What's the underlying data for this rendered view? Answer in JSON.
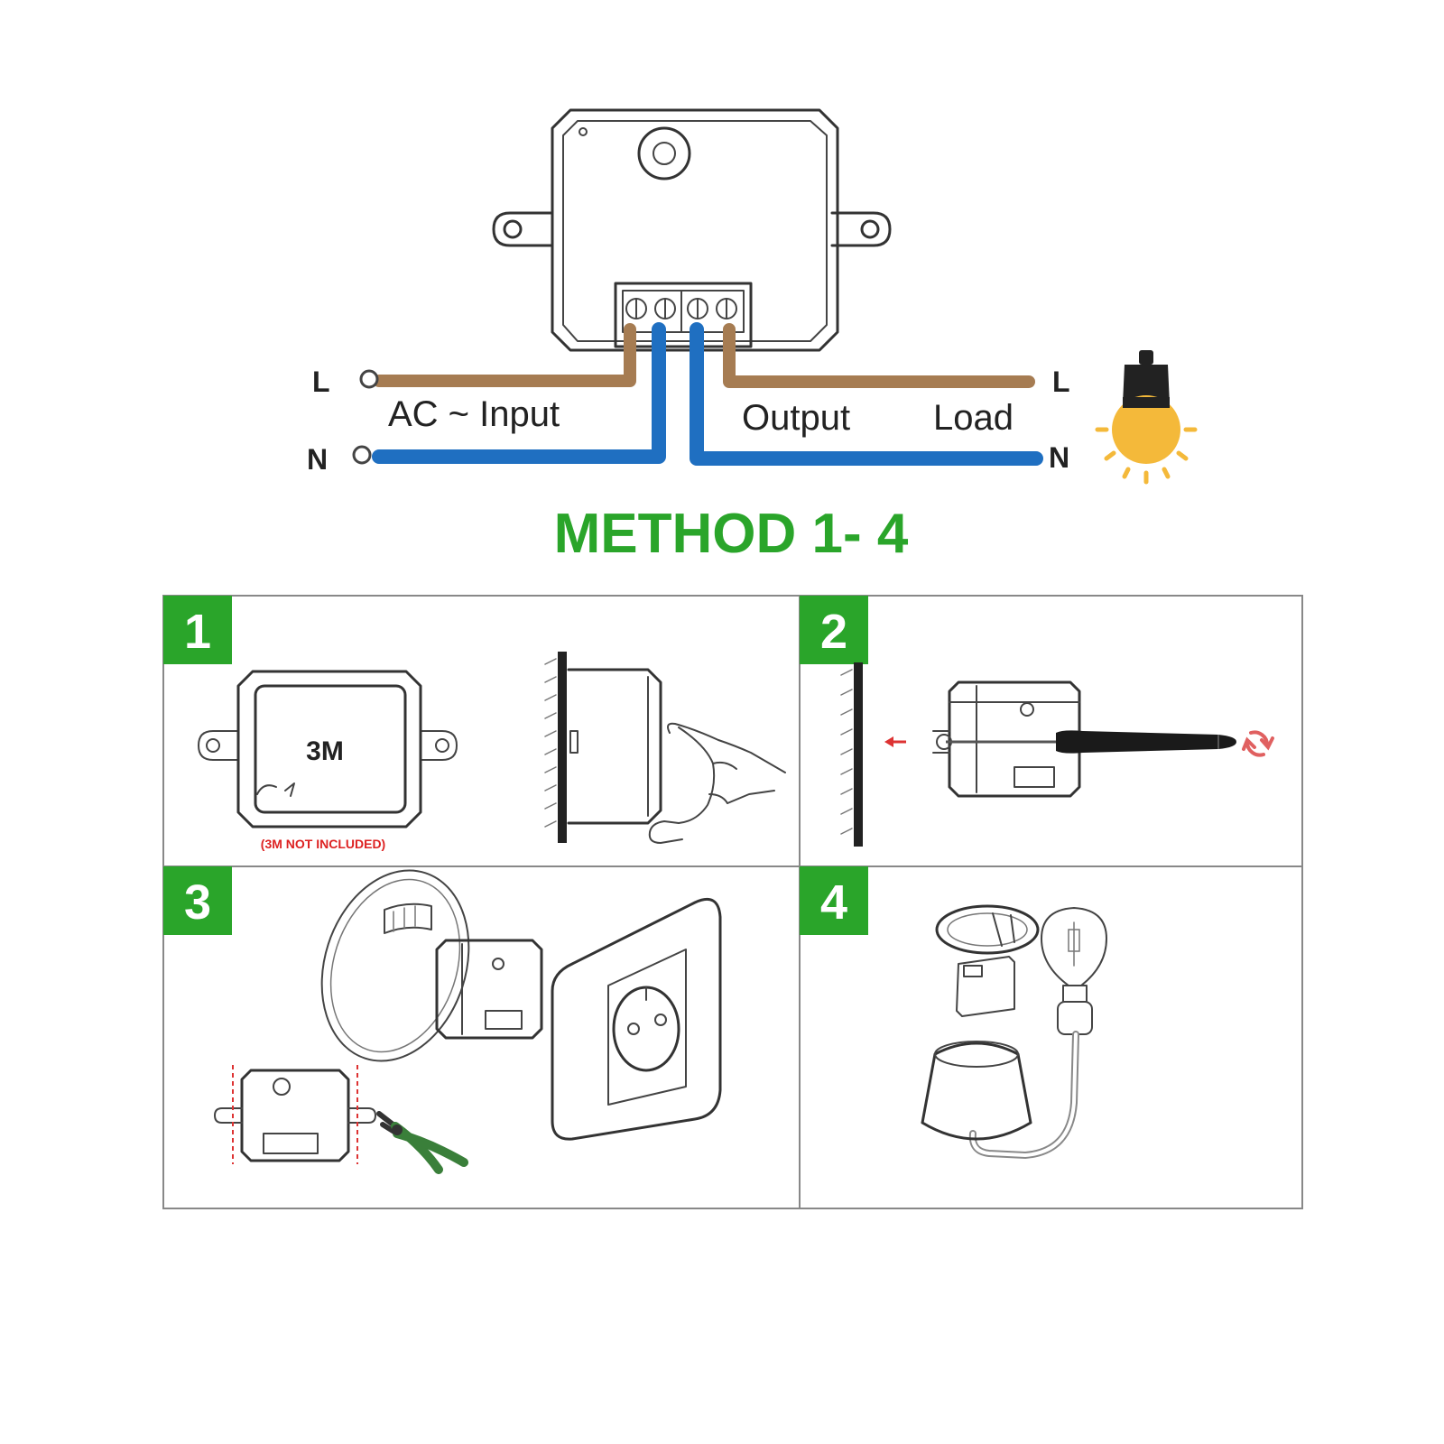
{
  "wiring": {
    "input_label": "AC ~ Input",
    "output_label": "Output",
    "load_label": "Load",
    "left_L": "L",
    "left_N": "N",
    "right_L": "L",
    "right_N": "N",
    "live_color": "#a67c52",
    "neutral_color": "#1f6fc1"
  },
  "method_title": "METHOD 1- 4",
  "accent_color": "#2aa52a",
  "steps": [
    {
      "number": "1",
      "tape_label": "3M",
      "note": "(3M NOT INCLUDED)"
    },
    {
      "number": "2"
    },
    {
      "number": "3"
    },
    {
      "number": "4"
    }
  ]
}
